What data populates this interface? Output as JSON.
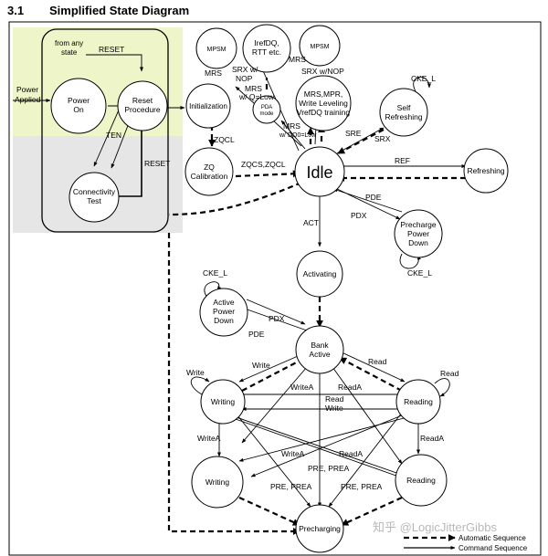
{
  "section": {
    "number": "3.1",
    "title": "Simplified State Diagram"
  },
  "states": {
    "power_on": [
      "Power",
      "On"
    ],
    "reset": [
      "Reset",
      "Procedure"
    ],
    "connectivity": [
      "Connectivity",
      "Test"
    ],
    "initialization": [
      "Initialization"
    ],
    "zq_calibration": [
      "ZQ",
      "Calibration"
    ],
    "mpsm1": [
      "MPSM"
    ],
    "irefdq": [
      "IrefDQ,",
      "RTT etc."
    ],
    "mpsm2": [
      "MPSM"
    ],
    "pda": [
      "PDA",
      "mode"
    ],
    "mrs_mpr": [
      "MRS,MPR,",
      "Write Leveling",
      "VrefDQ training"
    ],
    "self_refresh": [
      "Self",
      "Refreshing"
    ],
    "idle": [
      "Idle"
    ],
    "refreshing": [
      "Refreshing"
    ],
    "precharge_pd": [
      "Precharge",
      "Power",
      "Down"
    ],
    "activating": [
      "Activating"
    ],
    "active_pd": [
      "Active",
      "Power",
      "Down"
    ],
    "bank_active": [
      "Bank",
      "Active"
    ],
    "writing1": [
      "Writing"
    ],
    "reading1": [
      "Reading"
    ],
    "writing2": [
      "Writing"
    ],
    "reading2": [
      "Reading"
    ],
    "precharging": [
      "Precharging"
    ]
  },
  "labels": {
    "from_any": [
      "from any",
      "state"
    ],
    "reset_top": "RESET",
    "power_applied": [
      "Power",
      "Applied"
    ],
    "ten": "TEN",
    "reset_side": "RESET",
    "zqcl1": "ZQCL",
    "zqcs_zqcl": "ZQCS,ZQCL",
    "mrs_left": "MRS",
    "srx_nop": [
      "SRX w/",
      "NOP"
    ],
    "mrs_q_low": [
      "MRS",
      "w/ Q=Low"
    ],
    "mrs_r": "MRS",
    "srx_w_nop": "SRX w/NOP",
    "mrs_low": "MRS",
    "mrs_dq0": "w/ DQ0=Low",
    "sre": "SRE",
    "srx": "SRX",
    "cke_l_top": "CKE_L",
    "ref": "REF",
    "pde_r": "PDE",
    "pdx_r": "PDX",
    "cke_l_r": "CKE_L",
    "act": "ACT",
    "cke_l_l": "CKE_L",
    "pdx_l": "PDX",
    "pde_l": "PDE",
    "write_a": "Write",
    "read_a": "Read",
    "write_self": "Write",
    "read_self": "Read",
    "writea_1": "WriteA",
    "reada_1": "ReadA",
    "read_mid": "Read",
    "write_mid": "Write",
    "writea_2": "WriteA",
    "reada_2": "ReadA",
    "writea_3": "WriteA",
    "reada_3": "ReadA",
    "pre_prea_1": "PRE, PREA",
    "pre_prea_2": "PRE, PREA",
    "pre_prea_3": "PRE, PREA"
  },
  "legend": {
    "auto": "Automatic Sequence",
    "command": "Command Sequence"
  },
  "watermark": "知乎 @LogicJitterGibbs"
}
